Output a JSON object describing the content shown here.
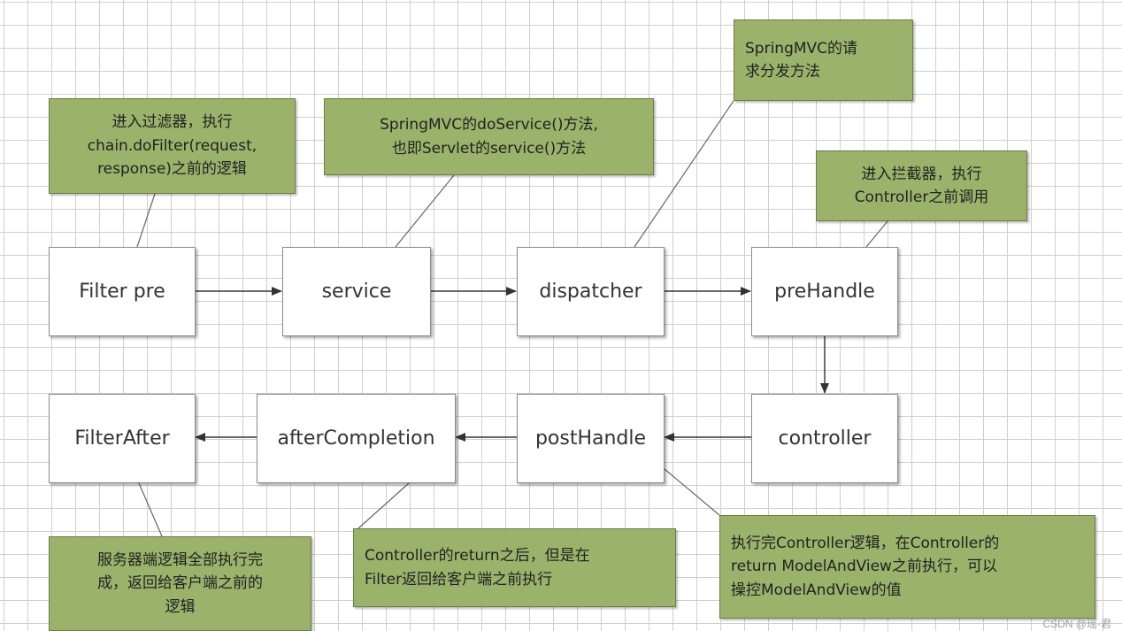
{
  "nodes": {
    "filter_pre": "Filter pre",
    "service": "service",
    "dispatcher": "dispatcher",
    "prehandle": "preHandle",
    "controller": "controller",
    "posthandle": "postHandle",
    "aftercompletion": "afterCompletion",
    "filterafter": "FilterAfter"
  },
  "notes": {
    "filter_pre": "进入过滤器，执行\nchain.doFilter(request,\nresponse)之前的逻辑",
    "service": "SpringMVC的doService()方法,\n也即Servlet的service()方法",
    "dispatcher": "SpringMVC的请\n求分发方法",
    "prehandle": "进入拦截器，执行\nController之前调用",
    "filterafter": "服务器端逻辑全部执行完\n成，返回给客户端之前的\n逻辑",
    "aftercompletion": "Controller的return之后，但是在\nFilter返回给客户端之前执行",
    "posthandle": "执行完Controller逻辑，在Controller的\nreturn ModelAndView之前执行，可以\n操控ModelAndView的值"
  },
  "colors": {
    "note_fill": "#9bb26b",
    "grid": "#cfcfcf"
  },
  "watermark": "CSDN @瑶·君"
}
